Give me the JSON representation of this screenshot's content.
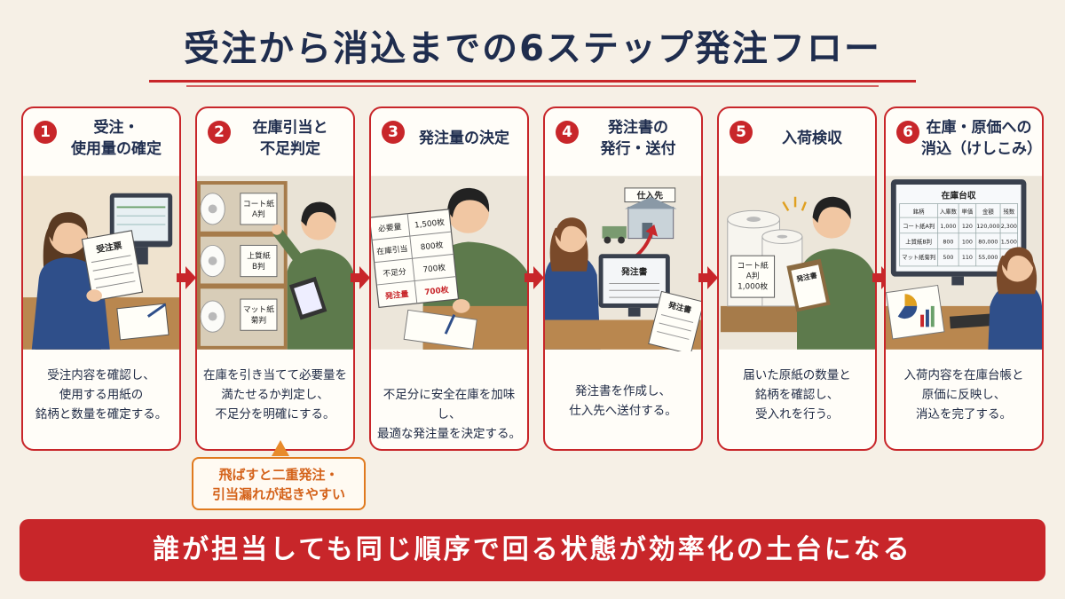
{
  "title": "受注から消込までの6ステップ発注フロー",
  "steps": [
    {
      "num": "1",
      "title": "受注・\n使用量の確定",
      "desc": "受注内容を確認し、\n使用する用紙の\n銘柄と数量を確定する。",
      "illus_label": "受注票"
    },
    {
      "num": "2",
      "title": "在庫引当と\n不足判定",
      "desc": "在庫を引き当てて必要量を\n満たせるか判定し、\n不足分を明確にする。",
      "shelf_labels": [
        "コート紙\nA判",
        "上質紙\nB判",
        "マット紙\n菊判"
      ]
    },
    {
      "num": "3",
      "title": "発注量の決定",
      "desc": "不足分に安全在庫を加味し、\n最適な発注量を決定する。",
      "calc_rows": [
        {
          "label": "必要量",
          "value": "1,500枚"
        },
        {
          "label": "在庫引当",
          "value": "800枚"
        },
        {
          "label": "不足分",
          "value": "700枚"
        },
        {
          "label": "発注量",
          "value": "700枚"
        }
      ]
    },
    {
      "num": "4",
      "title": "発注書の\n発行・送付",
      "desc": "発注書を作成し、\n仕入先へ送付する。",
      "monitor_label": "発注書",
      "paper_label": "発注書",
      "supplier_label": "仕入先"
    },
    {
      "num": "5",
      "title": "入荷検収",
      "desc": "届いた原紙の数量と\n銘柄を確認し、\n受入れを行う。",
      "roll_label": "コート紙\nA判\n1,000枚",
      "clipboard_label": "発注書"
    },
    {
      "num": "6",
      "title": "在庫・原価への\n消込（けしこみ）",
      "desc": "入荷内容を在庫台帳と\n原価に反映し、\n消込を完了する。",
      "ledger": {
        "title": "在庫台収",
        "headers": [
          "銘柄",
          "入庫数",
          "単価",
          "金額",
          "残数"
        ],
        "rows": [
          [
            "コート紙A判",
            "1,000",
            "120",
            "120,000",
            "2,300"
          ],
          [
            "上質紙B判",
            "800",
            "100",
            "80,000",
            "1,500"
          ],
          [
            "マット紙菊判",
            "500",
            "110",
            "55,000",
            "800"
          ]
        ]
      }
    }
  ],
  "callout": "飛ばすと二重発注・\n引当漏れが起きやすい",
  "banner": "誰が担当しても同じ順序で回る状態が効率化の土台になる",
  "colors": {
    "accent": "#c8262a",
    "navy": "#1f2d4e",
    "orange": "#e07a1f",
    "background": "#f6f0e6"
  }
}
